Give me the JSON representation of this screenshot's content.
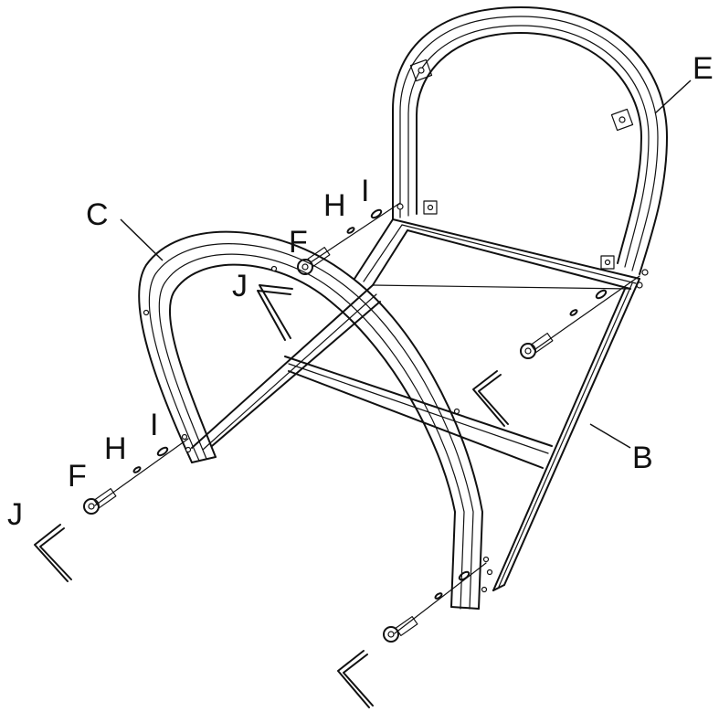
{
  "labels": {
    "E": "E",
    "C": "C",
    "B": "B",
    "F_top": "F",
    "H_top": "H",
    "I_top": "I",
    "J_top": "J",
    "F_left": "F",
    "H_left": "H",
    "I_left": "I",
    "J_left": "J"
  },
  "colors": {
    "stroke": "#111111",
    "background": "#ffffff"
  }
}
